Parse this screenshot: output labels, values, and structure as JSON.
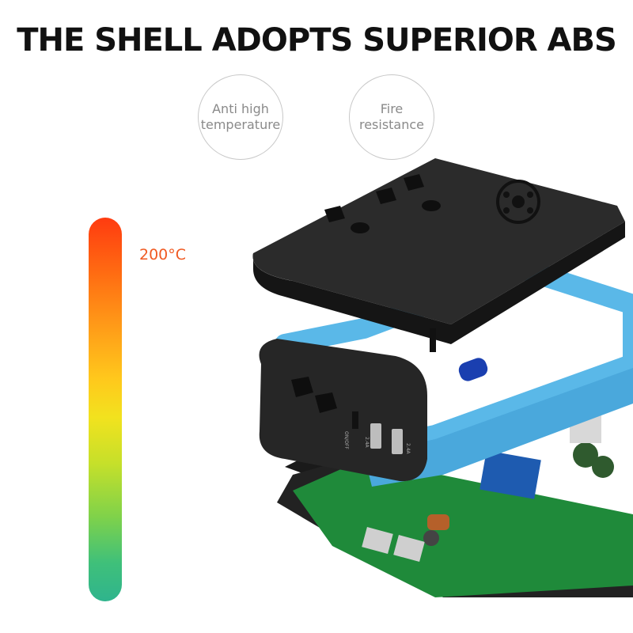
{
  "headline": "THE SHELL ADOPTS SUPERIOR ABS",
  "badges": [
    {
      "line1": "Anti high",
      "line2": "temperature"
    },
    {
      "line1": "Fire",
      "line2": "resistance"
    }
  ],
  "thermometer": {
    "label": "200°C",
    "top_color": "#ff3b10",
    "bottom_color": "#2fb48d"
  },
  "device": {
    "switch_label": "ON/OFF",
    "usb_label_1": "2.4A",
    "usb_label_2": "2.4A",
    "shell_color": "#2b2b2b",
    "frame_color": "#5ab8e8",
    "board_color": "#1f8a3a"
  }
}
